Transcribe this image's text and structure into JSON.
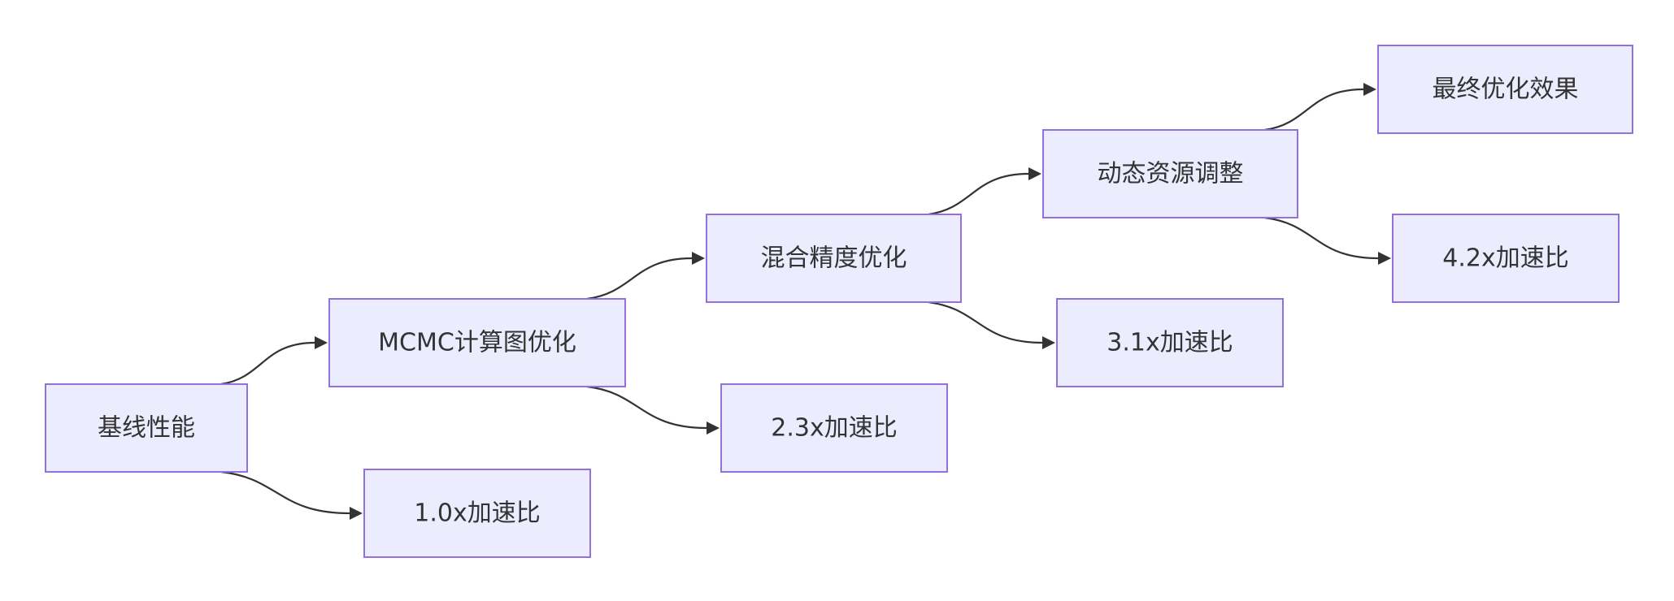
{
  "diagram": {
    "type": "flowchart",
    "direction": "left-to-right",
    "nodes": [
      {
        "id": "baseline",
        "label": "基线性能"
      },
      {
        "id": "speedup10",
        "label": "1.0x加速比"
      },
      {
        "id": "mcmc",
        "label": "MCMC计算图优化"
      },
      {
        "id": "speedup23",
        "label": "2.3x加速比"
      },
      {
        "id": "mixed",
        "label": "混合精度优化"
      },
      {
        "id": "speedup31",
        "label": "3.1x加速比"
      },
      {
        "id": "dynamic",
        "label": "动态资源调整"
      },
      {
        "id": "speedup42",
        "label": "4.2x加速比"
      },
      {
        "id": "final",
        "label": "最终优化效果"
      }
    ],
    "edges": [
      {
        "from": "baseline",
        "to": "mcmc"
      },
      {
        "from": "baseline",
        "to": "speedup10"
      },
      {
        "from": "mcmc",
        "to": "mixed"
      },
      {
        "from": "mcmc",
        "to": "speedup23"
      },
      {
        "from": "mixed",
        "to": "dynamic"
      },
      {
        "from": "mixed",
        "to": "speedup31"
      },
      {
        "from": "dynamic",
        "to": "final"
      },
      {
        "from": "dynamic",
        "to": "speedup42"
      }
    ],
    "colors": {
      "node_fill": "#ECECFF",
      "node_stroke": "#9370DB",
      "edge": "#333333",
      "text": "#333333"
    }
  }
}
